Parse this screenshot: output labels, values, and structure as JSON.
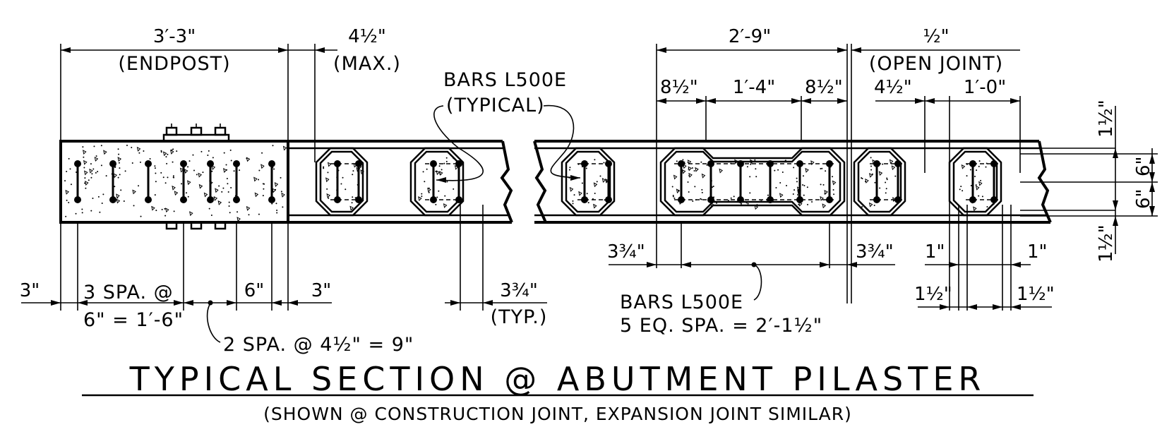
{
  "dims": {
    "endpost_len": "3′-3\"",
    "endpost": "(ENDPOST)",
    "max_len": "4½\"",
    "max": "(MAX.)",
    "span_2_9": "2′-9\"",
    "half": "½\"",
    "open_joint": "(OPEN JOINT)",
    "eight_half_a": "8½\"",
    "one_four": "1′-4\"",
    "eight_half_b": "8½\"",
    "four_half_b": "4½\"",
    "one_zero": "1′-0\"",
    "one_half_top": "1½\"",
    "six_a": "6\"",
    "six_b": "6\"",
    "one_half_bot": "1½\"",
    "three_left": "3\"",
    "three_spa": "3 SPA. @",
    "three_spa_val": "6\" = 1′-6\"",
    "six_c": "6\"",
    "three_right": "3\"",
    "two_spa": "2 SPA. @ 4½\" = 9\"",
    "three_three_q": "3¾\"",
    "typ": "(TYP.)",
    "three_q_left": "3¾\"",
    "three_q_right": "3¾\"",
    "one_inch_a": "1\"",
    "one_inch_b": "1\"",
    "one_half_a": "1½\"",
    "one_half_b": "1½\""
  },
  "labels": {
    "bars_top": "BARS L500E",
    "typical": "(TYPICAL)",
    "bars_bottom": "BARS L500E",
    "eq_spa": "5 EQ. SPA. = 2′-1½\""
  },
  "title": {
    "main": "TYPICAL SECTION @ ABUTMENT PILASTER",
    "sub": "(SHOWN @ CONSTRUCTION JOINT, EXPANSION JOINT SIMILAR)"
  }
}
